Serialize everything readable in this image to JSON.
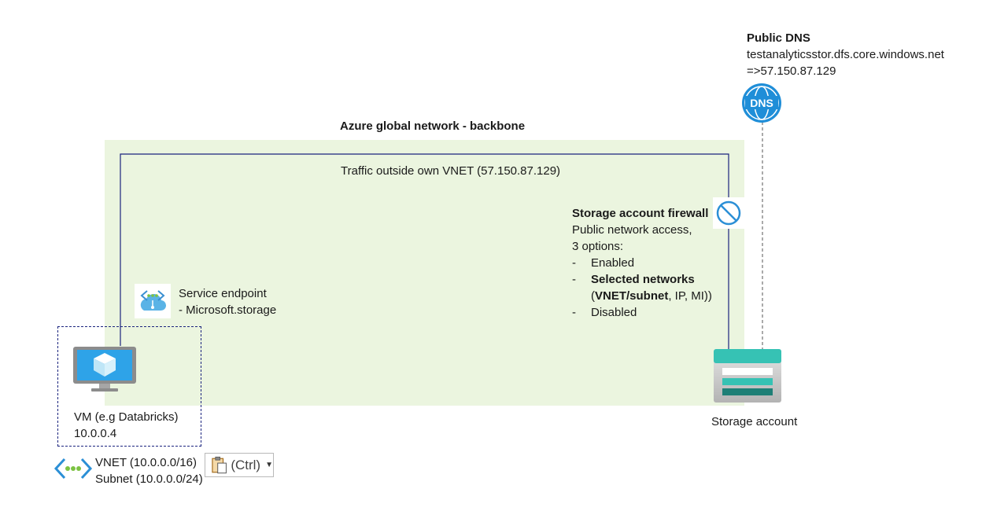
{
  "public_dns": {
    "title": "Public DNS",
    "hostname": "testanalyticsstor.dfs.core.windows.net",
    "resolution": "=>57.150.87.129",
    "icon_label": "DNS"
  },
  "backbone": {
    "title": "Azure global network - backbone",
    "traffic_label": "Traffic outside own VNET (57.150.87.129)"
  },
  "firewall": {
    "title": "Storage account firewall",
    "line1": "Public network access,",
    "line2": "3 options:",
    "options": [
      {
        "dash": "-",
        "text": "Enabled"
      },
      {
        "dash": "-",
        "text": "Selected networks"
      },
      {
        "dash": "",
        "prefix": "(",
        "bold": "VNET/subnet",
        "rest": ", IP, MI))"
      },
      {
        "dash": "-",
        "text": "Disabled"
      }
    ]
  },
  "service_endpoint": {
    "line1": "Service endpoint",
    "line2": "- Microsoft.storage"
  },
  "vm": {
    "line1": "VM (e.g Databricks)",
    "line2": "10.0.0.4"
  },
  "vnet": {
    "line1": "VNET (10.0.0.0/16)",
    "line2": "Subnet (10.0.0.0/24)"
  },
  "storage": {
    "label": "Storage account"
  },
  "paste_options": {
    "label": "(Ctrl)"
  },
  "colors": {
    "backbone_fill": "#ebf5df",
    "connector_line": "#1a237e",
    "dns_blue": "#1f8ed8",
    "storage_teal": "#36c2b4",
    "vm_screen": "#2ea3e8"
  }
}
